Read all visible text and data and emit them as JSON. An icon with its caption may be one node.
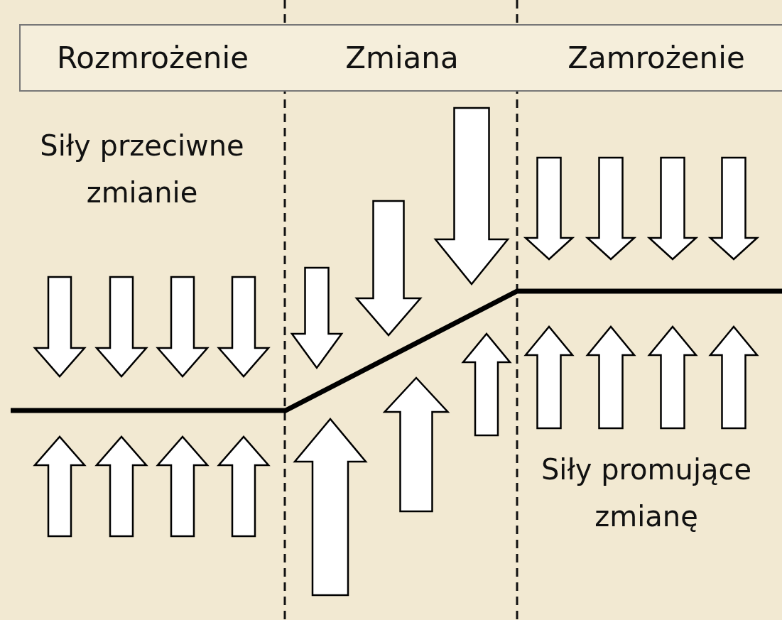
{
  "diagram": {
    "nodes": [
      {
        "text": [
          "Rozmrożenie",
          "Zmiana",
          "Zamrożenie"
        ]
      }
    ],
    "labels": [
      "Siły przeciwne zmianie",
      "Siły promujące zmianę"
    ]
  }
}
